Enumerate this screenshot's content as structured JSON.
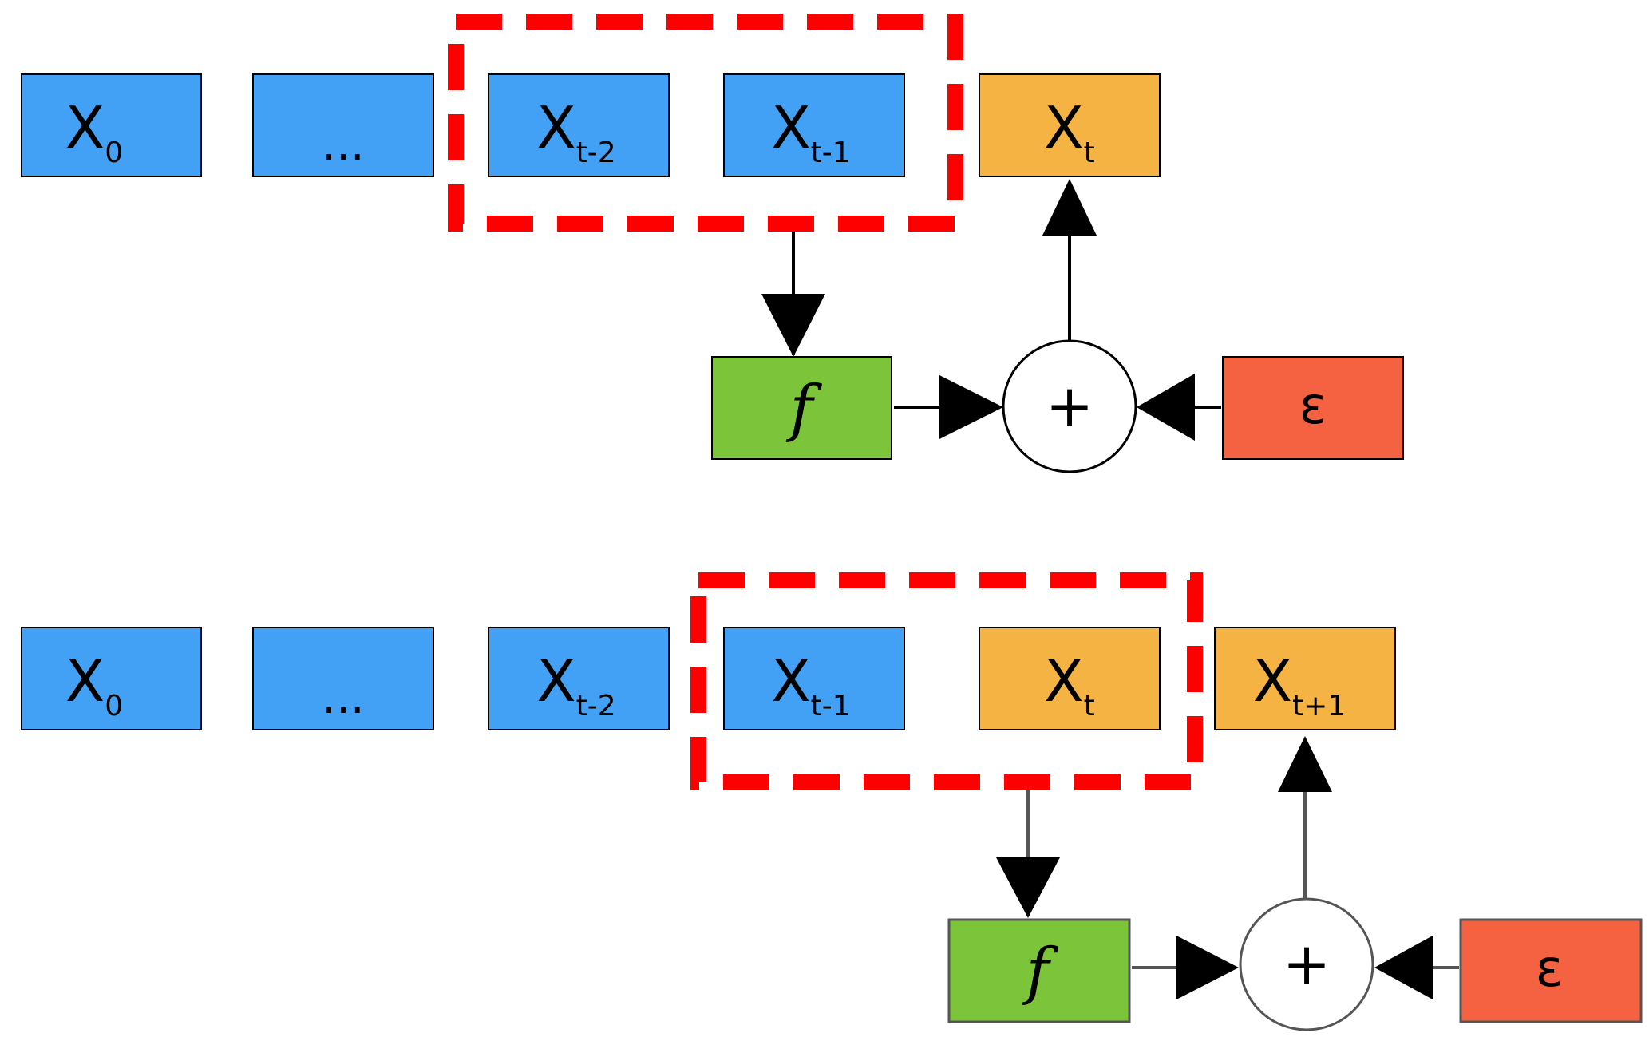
{
  "colors": {
    "history": "#42a1f4",
    "target": "#f4b342",
    "function": "#7cc43a",
    "noise": "#f46242",
    "window": "#ff0000"
  },
  "rows": [
    {
      "cells": [
        {
          "main": "X",
          "sub": "0",
          "kind": "history"
        },
        {
          "main": "...",
          "sub": "",
          "kind": "history"
        },
        {
          "main": "X",
          "sub": "t-2",
          "kind": "history"
        },
        {
          "main": "X",
          "sub": "t-1",
          "kind": "history"
        },
        {
          "main": "X",
          "sub": "t",
          "kind": "target"
        }
      ],
      "function": "f",
      "plus": "+",
      "noise": "ε"
    },
    {
      "cells": [
        {
          "main": "X",
          "sub": "0",
          "kind": "history"
        },
        {
          "main": "...",
          "sub": "",
          "kind": "history"
        },
        {
          "main": "X",
          "sub": "t-2",
          "kind": "history"
        },
        {
          "main": "X",
          "sub": "t-1",
          "kind": "history"
        },
        {
          "main": "X",
          "sub": "t",
          "kind": "target"
        },
        {
          "main": "X",
          "sub": "t+1",
          "kind": "target"
        }
      ],
      "function": "f",
      "plus": "+",
      "noise": "ε"
    }
  ]
}
